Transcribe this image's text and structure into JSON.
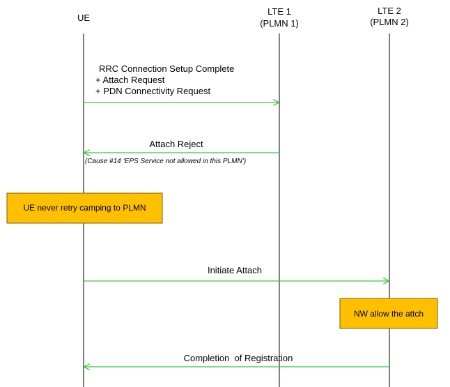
{
  "entities": [
    {
      "id": "ue",
      "lines": [
        "UE"
      ]
    },
    {
      "id": "lte1",
      "lines": [
        "LTE 1",
        "(PLMN 1)"
      ]
    },
    {
      "id": "lte2",
      "lines": [
        "LTE 2",
        "(PLMN 2)"
      ]
    }
  ],
  "messages": [
    {
      "id": "rrc-setup-complete",
      "from": "ue",
      "to": "lte1",
      "lines": [
        "RRC Connection Setup Complete",
        "+ Attach Request",
        "+ PDN Connectivity Request"
      ]
    },
    {
      "id": "attach-reject",
      "from": "lte1",
      "to": "ue",
      "lines": [
        "Attach Reject"
      ],
      "note": "(Cause #14 ‘EPS Service not allowed in this PLMN’)"
    },
    {
      "id": "initiate-attach",
      "from": "ue",
      "to": "lte2",
      "lines": [
        "Initiate Attach"
      ]
    },
    {
      "id": "completion-registration",
      "from": "lte2",
      "to": "ue",
      "lines": [
        "Completion  of Registration"
      ]
    }
  ],
  "notes": [
    {
      "id": "ue-never-retry",
      "text": "UE never  retry camping to PLMN"
    },
    {
      "id": "nw-allow",
      "text": "NW allow the attch"
    }
  ],
  "colors": {
    "arrow": "#33cc33",
    "lifeline": "#000000",
    "note_fill": "#ffc000",
    "note_border": "#7f6000"
  }
}
